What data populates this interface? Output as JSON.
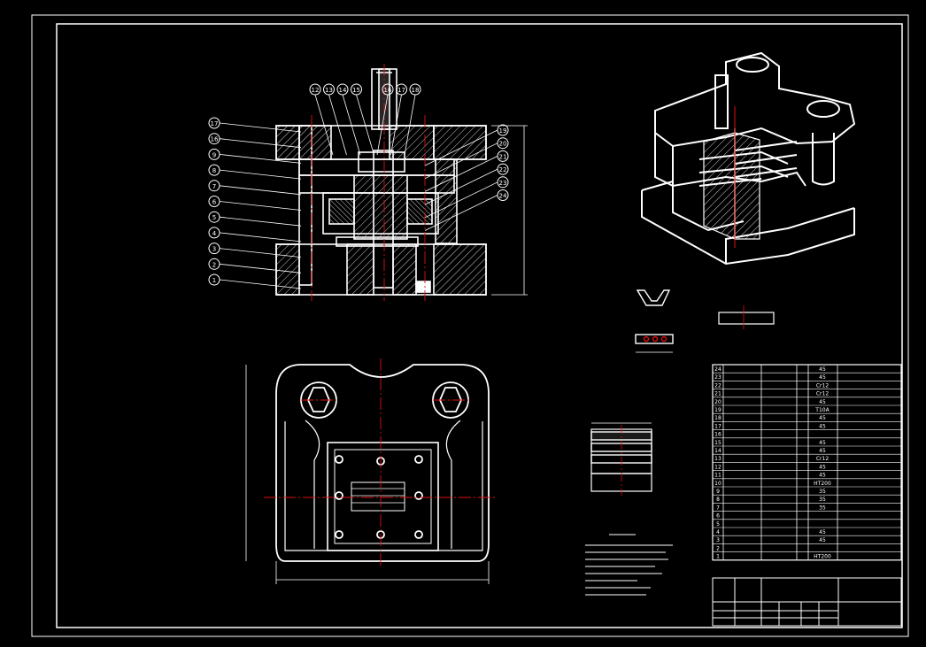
{
  "drawing": {
    "background": "#000000",
    "line_color": "#ffffff",
    "centerline_color": "#e01010",
    "section_view": {
      "balloons_left": [
        "17",
        "16",
        "9",
        "8",
        "7",
        "6",
        "5",
        "4",
        "3",
        "2",
        "1"
      ],
      "balloons_top": [
        "12",
        "13",
        "14",
        "15",
        "16",
        "17",
        "18"
      ],
      "balloons_right": [
        "19",
        "20",
        "21",
        "22",
        "23",
        "24"
      ]
    },
    "bom_rows": [
      {
        "no": "24",
        "material": "45"
      },
      {
        "no": "23",
        "material": "45"
      },
      {
        "no": "22",
        "material": "Cr12"
      },
      {
        "no": "21",
        "material": "Cr12"
      },
      {
        "no": "20",
        "material": "45"
      },
      {
        "no": "19",
        "material": "T10A"
      },
      {
        "no": "18",
        "material": "45"
      },
      {
        "no": "17",
        "material": "45"
      },
      {
        "no": "16",
        "material": ""
      },
      {
        "no": "15",
        "material": "45"
      },
      {
        "no": "14",
        "material": "45"
      },
      {
        "no": "13",
        "material": "Cr12"
      },
      {
        "no": "12",
        "material": "45"
      },
      {
        "no": "11",
        "material": "45"
      },
      {
        "no": "10",
        "material": "HT200"
      },
      {
        "no": "9",
        "material": "35"
      },
      {
        "no": "8",
        "material": "35"
      },
      {
        "no": "7",
        "material": "35"
      },
      {
        "no": "6",
        "material": ""
      },
      {
        "no": "5",
        "material": ""
      },
      {
        "no": "4",
        "material": "45"
      },
      {
        "no": "3",
        "material": "45"
      },
      {
        "no": "2",
        "material": ""
      },
      {
        "no": "1",
        "material": "HT200"
      }
    ]
  }
}
